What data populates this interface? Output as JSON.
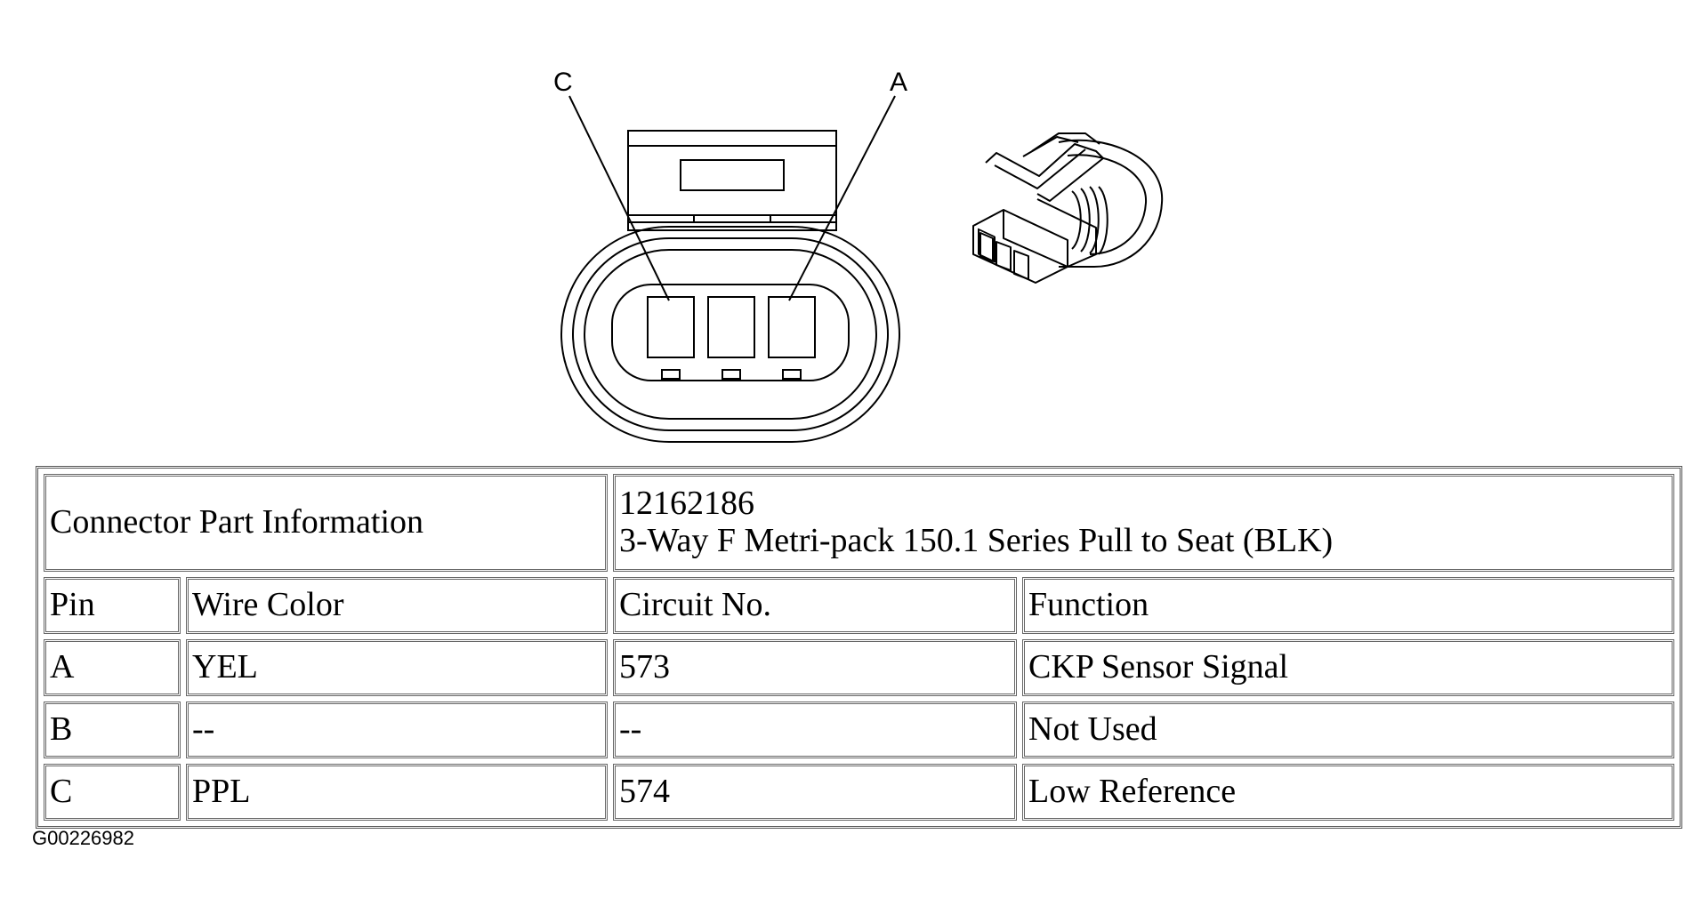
{
  "diagram": {
    "callouts": {
      "c": "C",
      "a": "A"
    }
  },
  "table": {
    "connector_label": "Connector Part Information",
    "part_number": "12162186",
    "part_description": "3-Way F Metri-pack 150.1 Series Pull to Seat (BLK)",
    "headers": {
      "pin": "Pin",
      "wire_color": "Wire Color",
      "circuit": "Circuit No.",
      "function": "Function"
    },
    "rows": [
      {
        "pin": "A",
        "wire_color": "YEL",
        "circuit": "573",
        "function": "CKP Sensor Signal"
      },
      {
        "pin": "B",
        "wire_color": "--",
        "circuit": "--",
        "function": "Not Used"
      },
      {
        "pin": "C",
        "wire_color": "PPL",
        "circuit": "574",
        "function": "Low Reference"
      }
    ]
  },
  "figure_id": "G00226982"
}
